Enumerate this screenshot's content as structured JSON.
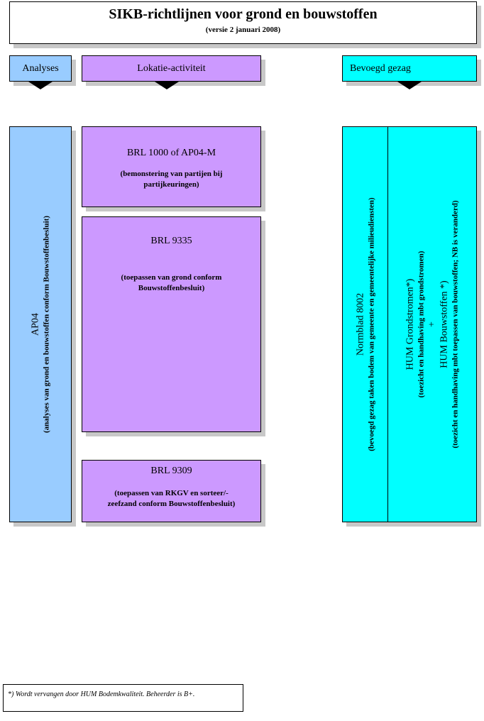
{
  "header": {
    "title": "SIKB-richtlijnen voor grond en bouwstoffen",
    "subtitle": "(versie 2 januari 2008)"
  },
  "columns": {
    "analyses": "Analyses",
    "lokatie": "Lokatie-activiteit",
    "bevoegd": "Bevoegd gezag"
  },
  "ap04": {
    "title": "AP04",
    "desc": "(analyses van grond en bouwstoffen conform Bouwstoffenbesluit)"
  },
  "brl1000": {
    "title": "BRL 1000 of AP04-M",
    "desc_line1": "(bemonstering van partijen bij",
    "desc_line2": "partijkeuringen)"
  },
  "brl9335": {
    "title": "BRL 9335",
    "desc_line1": "(toepassen van grond conform",
    "desc_line2": "Bouwstoffenbesluit)"
  },
  "brl9309": {
    "title": "BRL 9309",
    "desc_line1": "(toepassen van RKGV en sorteer/-",
    "desc_line2": "zeefzand conform Bouwstoffenbesluit)"
  },
  "normblad": {
    "title": "Normblad 8002",
    "desc": "(bevoegd gezag taken bodem van gemeente en gemeentelijke milieudiensten)"
  },
  "hum": {
    "title1": "HUM Grondstromen*)",
    "desc1": "(toezicht en handhaving mbt grondstromen)",
    "plus": "+",
    "title2": "HUM Bouwstoffen *)",
    "desc2": "(toezicht en handhaving mbt toepassen van bouwstoffen; NB  is veranderd)"
  },
  "footnote": "*) Wordt vervangen door HUM Bodemkwaliteit. Beheerder is B+."
}
